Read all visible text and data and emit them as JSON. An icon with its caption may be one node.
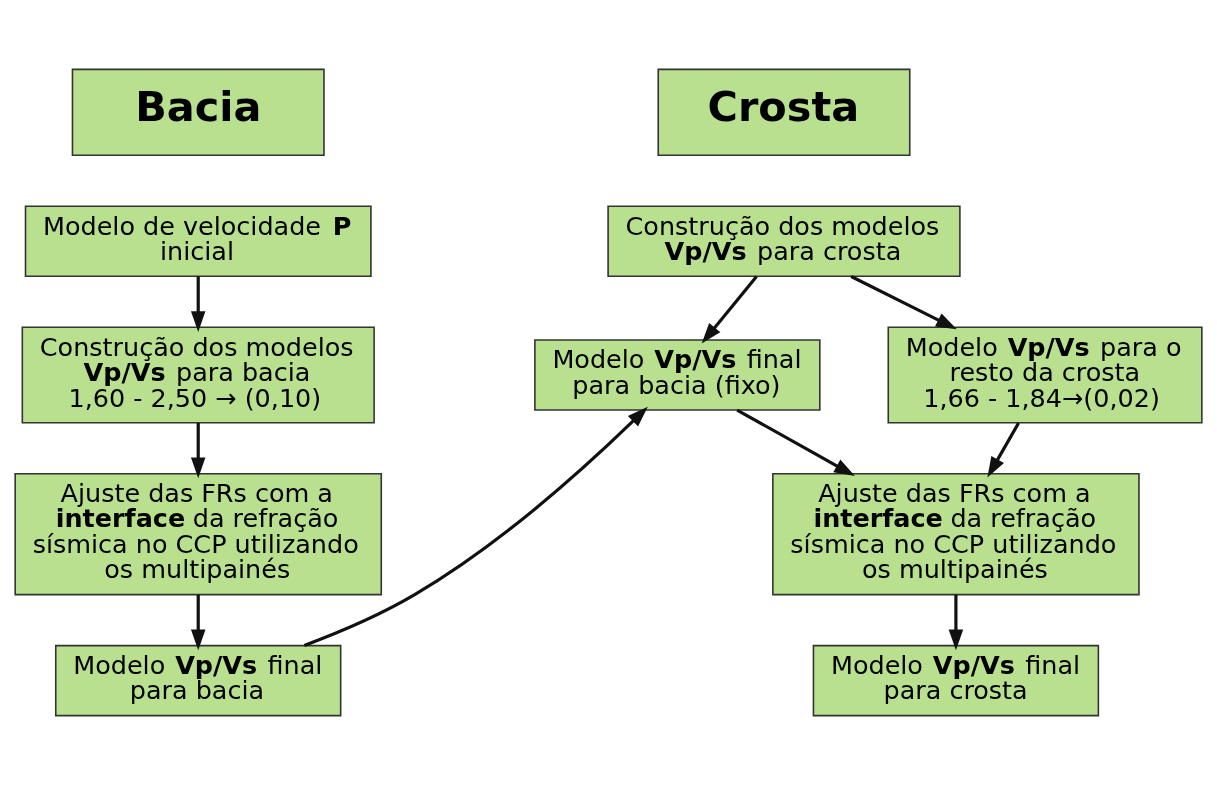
{
  "diagram": {
    "nodes": [
      {
        "text": [
          "Bacia"
        ]
      },
      {
        "text": [
          "Crosta"
        ]
      },
      {
        "text": [
          "Modelo de velocidade **P** inicial"
        ]
      },
      {
        "text": [
          "Construção dos modelos **Vp/Vs** para bacia",
          "1,60 - 2,50 → (0,10)"
        ]
      },
      {
        "text": [
          "Ajuste das FRs com a **interface** da refração sísmica no CCP utilizando os multipainés"
        ]
      },
      {
        "text": [
          "Modelo **Vp/Vs** final para bacia"
        ]
      },
      {
        "text": [
          "Construção dos modelos **Vp/Vs** para crosta"
        ]
      },
      {
        "text": [
          "Modelo **Vp/Vs** final para bacia (fixo)"
        ]
      },
      {
        "text": [
          "Modelo **Vp/Vs** para o resto da crosta",
          "1,66 - 1,84→(0,02)"
        ]
      },
      {
        "text": [
          "Ajuste das FRs com a **interface** da refração sísmica no CCP utilizando os multipainés"
        ]
      },
      {
        "text": [
          "Modelo **Vp/Vs** final para crosta"
        ]
      }
    ],
    "edges": [
      {
        "from": 2,
        "to": 3,
        "arrow": "to"
      },
      {
        "from": 3,
        "to": 4,
        "arrow": "to"
      },
      {
        "from": 4,
        "to": 5,
        "arrow": "to"
      },
      {
        "from": 5,
        "to": 7,
        "arrow": "to"
      },
      {
        "from": 6,
        "to": 7,
        "arrow": "to"
      },
      {
        "from": 6,
        "to": 8,
        "arrow": "to"
      },
      {
        "from": 7,
        "to": 9,
        "arrow": "to"
      },
      {
        "from": 8,
        "to": 9,
        "arrow": "to"
      },
      {
        "from": 9,
        "to": 10,
        "arrow": "to"
      }
    ]
  }
}
